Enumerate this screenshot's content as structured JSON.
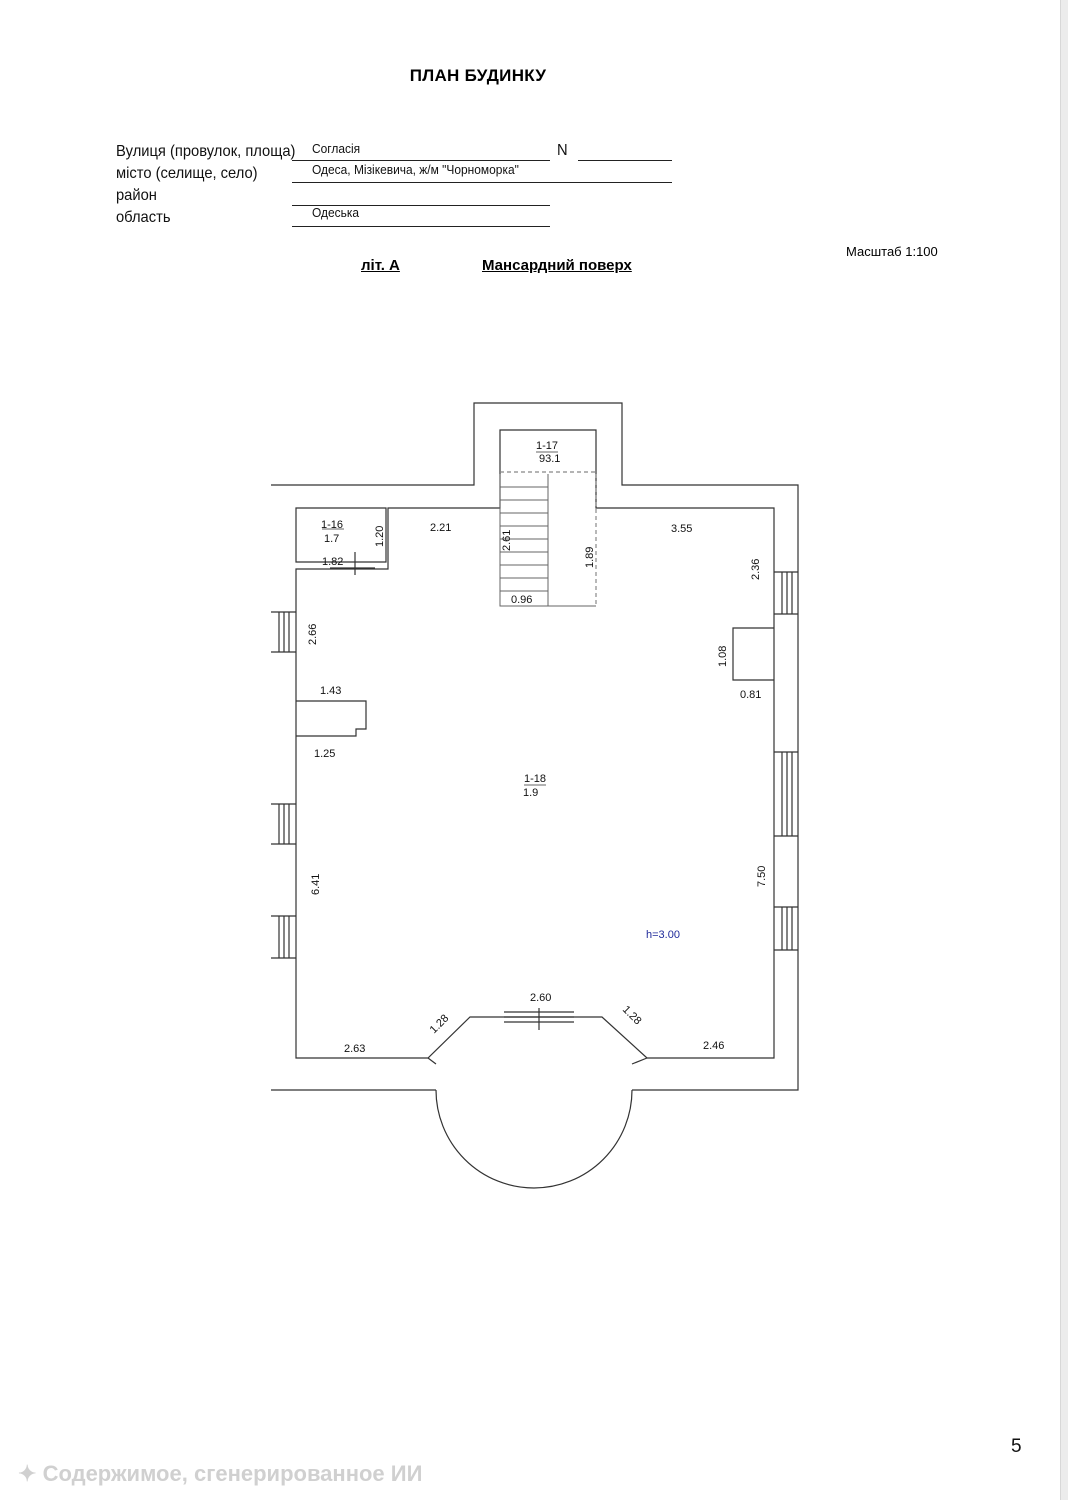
{
  "document": {
    "title": "ПЛАН БУДИНКУ",
    "fields": {
      "street_label": "Вулиця (провулок, площа)",
      "street_value": "Согласія",
      "number_label": "N",
      "city_label": "місто (селище, село)",
      "city_value": "Одеса,  Мізікевича, ж/м \"Чорноморка\"",
      "district_label": "район",
      "region_label": "область",
      "region_value": "Одеська"
    },
    "scale": "Масштаб 1:100",
    "letter": "літ. А",
    "floor": "Мансардний поверх"
  },
  "plan": {
    "rooms": [
      {
        "id": "1-16",
        "area": "1.7"
      },
      {
        "id": "1-17",
        "area": "93.1"
      },
      {
        "id": "1-18",
        "area": "1.9"
      }
    ],
    "dimensions": [
      "2.21",
      "3.55",
      "1.20",
      "2.61",
      "1.89",
      "0.96",
      "1.82",
      "2.36",
      "2.66",
      "1.08",
      "0.81",
      "1.43",
      "1.25",
      "6.41",
      "7.50",
      "2.60",
      "1.28",
      "1.28",
      "2.63",
      "2.46"
    ],
    "height": "h=3.00"
  },
  "footer": {
    "page_number": "5",
    "watermark": "Содержимое, сгенерированное ИИ",
    "watermark_icon": "sparkle-icon"
  }
}
